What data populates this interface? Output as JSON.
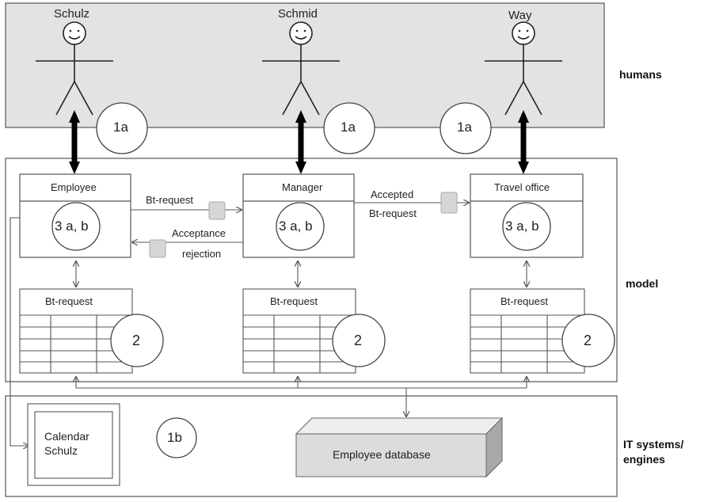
{
  "layers": {
    "humans": "humans",
    "model": "model",
    "it_line1": "IT systems/",
    "it_line2": "engines"
  },
  "actors": [
    {
      "name": "Schulz"
    },
    {
      "name": "Schmid"
    },
    {
      "name": "Way"
    }
  ],
  "markers": {
    "one_a": "1a",
    "one_b": "1b",
    "three": "3 a, b",
    "two": "2"
  },
  "roles": {
    "employee": "Employee",
    "manager": "Manager",
    "travel_office": "Travel office"
  },
  "tables": {
    "title": "Bt-request"
  },
  "flows": {
    "bt_request": "Bt-request",
    "accepted": "Accepted",
    "accepted_bt": "Bt-request",
    "acceptance": "Acceptance",
    "rejection": "rejection"
  },
  "systems": {
    "calendar_line1": "Calendar",
    "calendar_line2": "Schulz",
    "employee_db": "Employee database"
  },
  "colors": {
    "humans_band": "#e3e3e3",
    "border": "#555555",
    "db_front": "#dcdcdc",
    "db_top": "#eeeeee",
    "db_side": "#a9a9a9",
    "message_box": "#d6d6d6"
  }
}
